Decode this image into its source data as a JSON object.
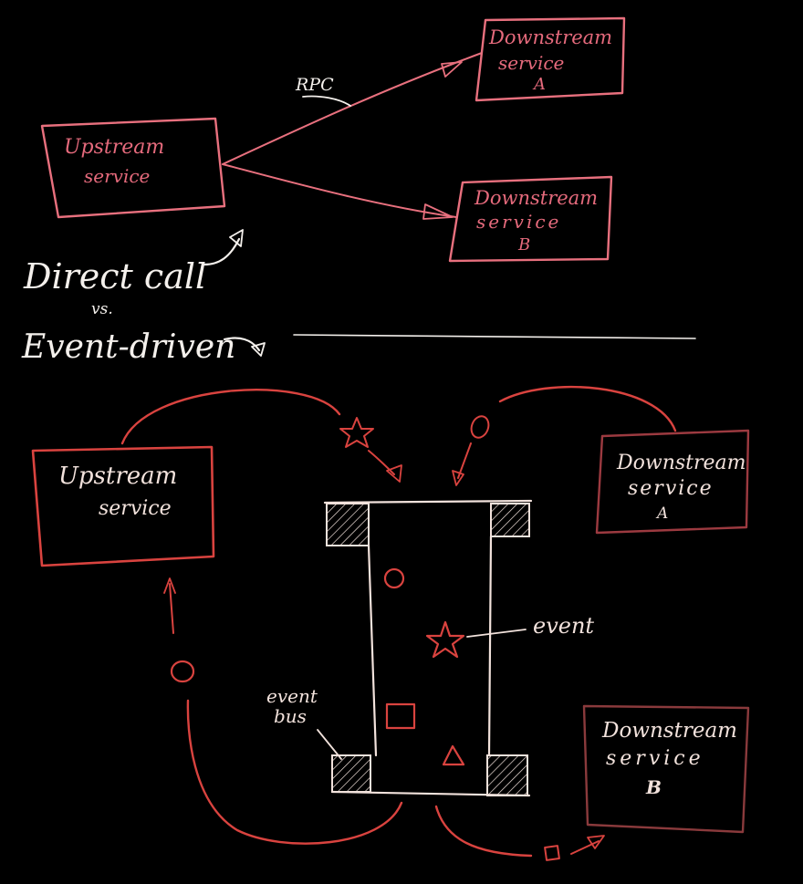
{
  "colors": {
    "background": "#000000",
    "pink": "#e8707e",
    "pink_text": "#e56a7c",
    "red": "#d9433f",
    "dark_red": "#9c3a40",
    "brown": "#8a3a3c",
    "cream": "#f2e2dc",
    "white": "#f4f0ec"
  },
  "top": {
    "upstream": "Upstream service",
    "downstream_a": "Downstream service A",
    "downstream_b": "Downstream service B",
    "rpc_label": "RPC"
  },
  "legend": {
    "direct_call": "Direct call",
    "vs": "vs.",
    "event_driven": "Event-driven"
  },
  "bottom": {
    "upstream": "Upstream service",
    "downstream_a": "Downstream service A",
    "downstream_b": "Downstream service B",
    "event_label": "event",
    "bus_label": "event bus"
  },
  "icons": [
    "star-event-icon",
    "circle-event-icon",
    "square-event-icon",
    "triangle-event-icon"
  ]
}
